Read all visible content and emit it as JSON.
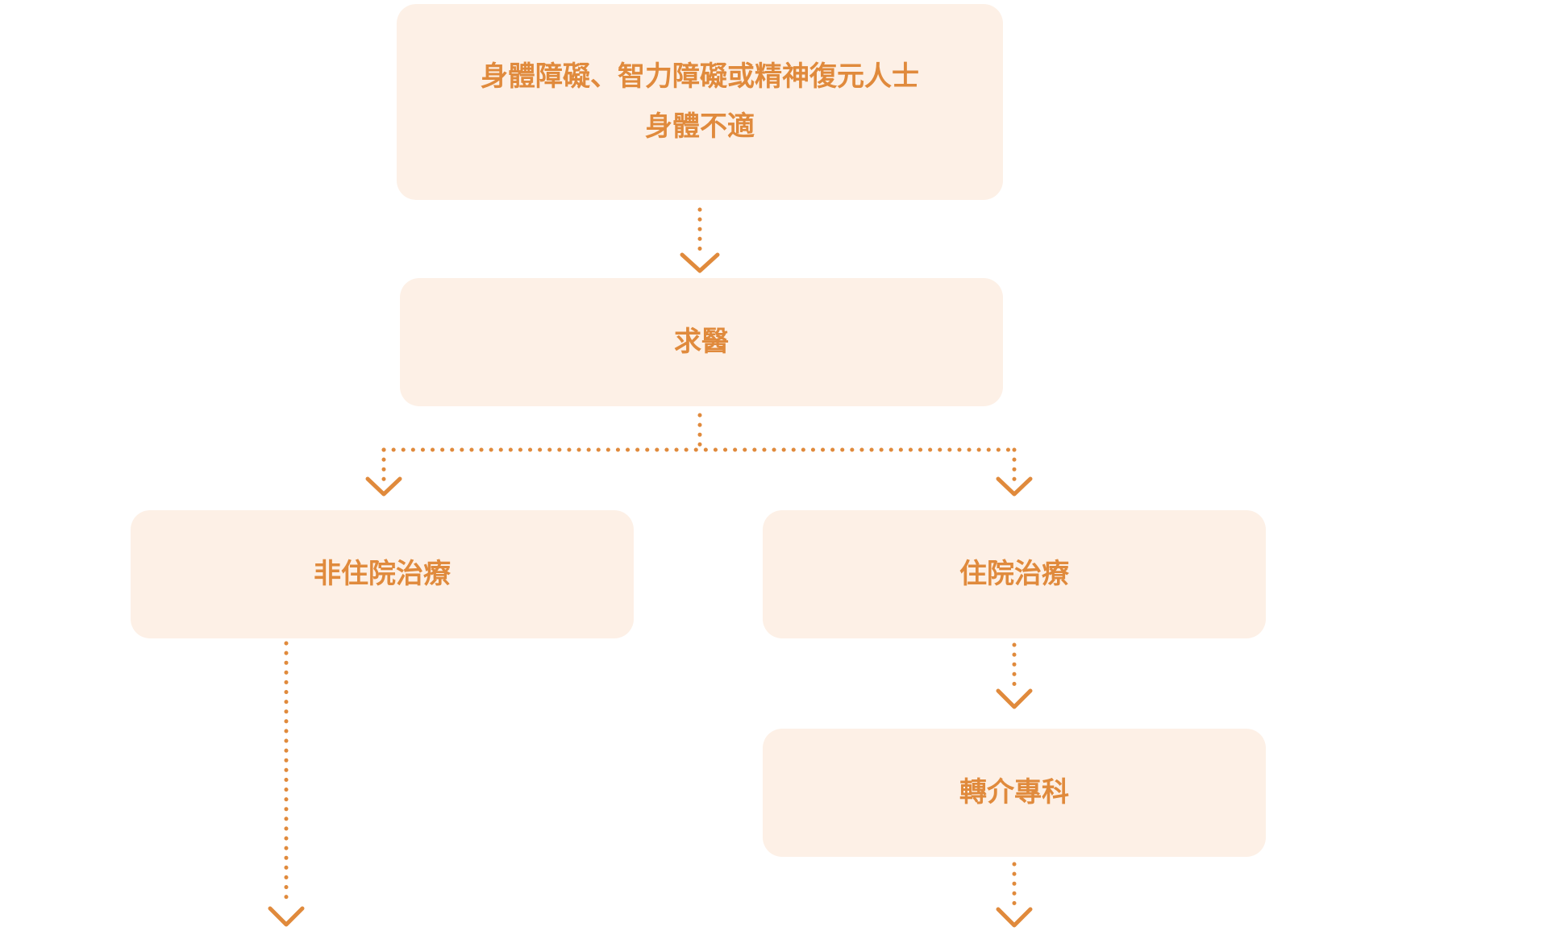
{
  "nodes": {
    "top": {
      "line1": "身體障礙、智力障礙或精神復元人士",
      "line2": "身體不適"
    },
    "seek": "求醫",
    "outpatient": "非住院治療",
    "inpatient": "住院治療",
    "referral": "轉介專科"
  },
  "colors": {
    "accent": "#e08a3c",
    "box_fill": "#fdf0e6",
    "background": "#ffffff"
  }
}
